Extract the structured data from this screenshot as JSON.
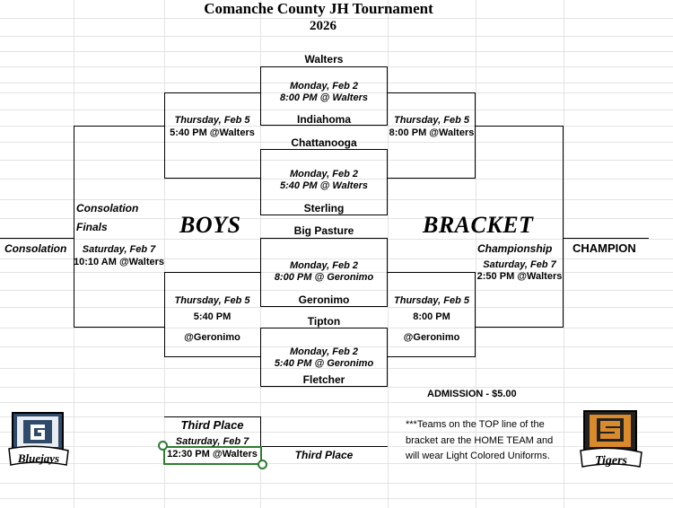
{
  "title": "Comanche County JH Tournament",
  "year": "2026",
  "labels": {
    "boys": "BOYS",
    "bracket": "BRACKET",
    "consolation_left": "Consolation",
    "consolation_finals_1": "Consolation",
    "consolation_finals_2": "Finals",
    "championship": "Championship",
    "champion": "CHAMPION",
    "third_place_title": "Third Place",
    "third_place_line": "Third Place",
    "admission": "ADMISSION - $5.00"
  },
  "teams": {
    "t1": "Walters",
    "t2": "Indiahoma",
    "t3": "Chattanooga",
    "t4": "Sterling",
    "t5": "Big Pasture",
    "t6": "Geronimo",
    "t7": "Tipton",
    "t8": "Fletcher"
  },
  "games": {
    "g1": {
      "day": "Monday, Feb 2",
      "time": "8:00 PM @ Walters"
    },
    "g2": {
      "day": "Monday, Feb 2",
      "time": "5:40 PM @ Walters"
    },
    "g3": {
      "day": "Monday, Feb 2",
      "time": "8:00 PM @ Geronimo"
    },
    "g4": {
      "day": "Monday, Feb 2",
      "time": "5:40 PM @ Geronimo"
    },
    "cons_top": {
      "day": "Thursday, Feb 5",
      "time": "5:40 PM @Walters"
    },
    "semi_top": {
      "day": "Thursday, Feb 5",
      "time": "8:00 PM @Walters"
    },
    "cons_bot": {
      "day": "Thursday, Feb 5",
      "time": "5:40 PM",
      "place": "@Geronimo"
    },
    "semi_bot": {
      "day": "Thursday, Feb 5",
      "time": "8:00 PM",
      "place": "@Geronimo"
    },
    "cons_final": {
      "day": "Saturday, Feb 7",
      "time": "10:10 AM @Walters"
    },
    "championship": {
      "day": "Saturday, Feb 7",
      "time": "2:50 PM @Walters"
    },
    "third": {
      "day": "Saturday, Feb 7",
      "time": "12:30 PM @Walters"
    }
  },
  "note": {
    "line1": "***Teams on the TOP line of the",
    "line2": "bracket are the HOME TEAM and",
    "line3": "will wear Light Colored Uniforms."
  },
  "logos": {
    "left": {
      "letter": "G",
      "script": "Bluejays",
      "color": "#2f4a6b"
    },
    "right": {
      "letter": "S",
      "script": "Tigers",
      "color": "#d98a2b"
    }
  },
  "colors": {
    "selection": "#2e7d32"
  }
}
